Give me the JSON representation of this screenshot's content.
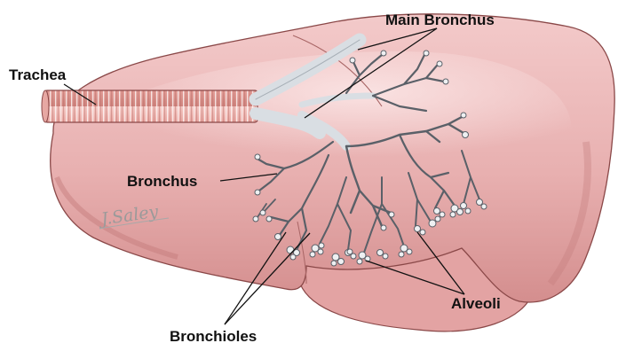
{
  "diagram": {
    "labels": {
      "trachea": "Trachea",
      "main_bronchus": "Main Bronchus",
      "bronchus": "Bronchus",
      "alveoli": "Alveoli",
      "bronchioles": "Bronchioles"
    },
    "artist_signature": "J.Saley"
  },
  "colors": {
    "lung_fill": "#e9b4b4",
    "lung_shadow": "#c97878",
    "lung_outline": "#8a4848",
    "trachea_fill": "#e7a8a3",
    "airway_fill": "#d9dee3",
    "airway_outline": "#5a6068",
    "label_text": "#111111"
  }
}
